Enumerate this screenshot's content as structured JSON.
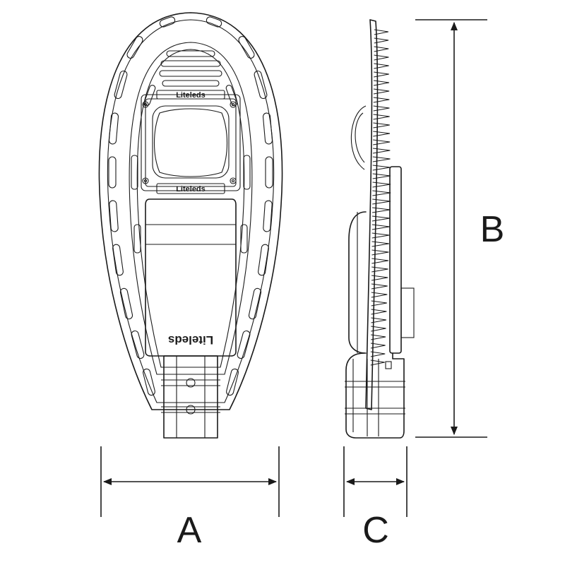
{
  "dimensions": {
    "a_label": "A",
    "b_label": "B",
    "c_label": "C"
  },
  "brand": {
    "logo_text": "Liteleds"
  },
  "colors": {
    "line": "#1a1a1a",
    "background": "#ffffff"
  }
}
